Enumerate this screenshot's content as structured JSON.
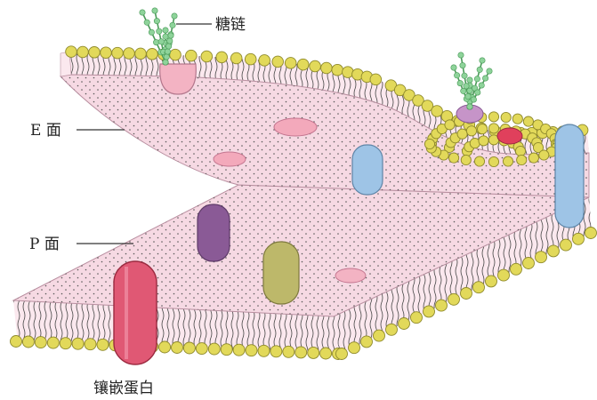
{
  "labels": {
    "glycan": "糖链",
    "e_face": "E 面",
    "p_face": "P 面",
    "embedded_protein": "镶嵌蛋白"
  },
  "colors": {
    "lipid_head": "#e2d95a",
    "lipid_head_stroke": "#8f8a2c",
    "tail": "#444444",
    "face": "#f6d9e3",
    "dot": "#555555",
    "sugar": "#8ed39a",
    "sugar_stem": "#4a9a58",
    "protein_pink": "#f3b3c3",
    "protein_blue": "#9ec4e6",
    "protein_purple": "#8a5a96",
    "protein_olive": "#bdb86a",
    "protein_red": "#e05874",
    "protein_lilac": "#c694c8",
    "protein_scarlet": "#e0405c"
  }
}
